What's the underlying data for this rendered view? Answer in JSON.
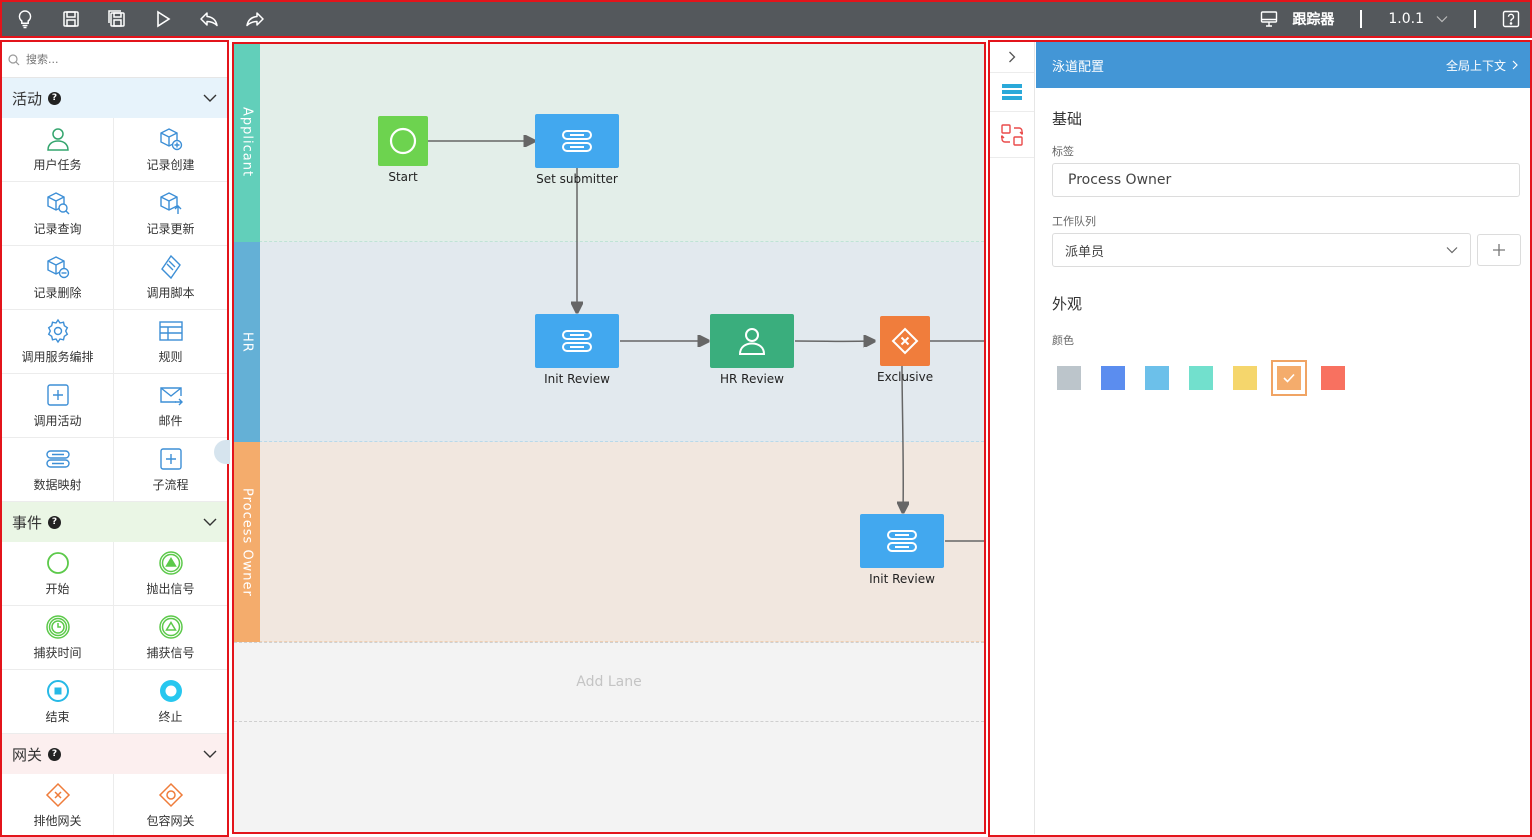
{
  "toolbar": {
    "icons": [
      "lightbulb-icon",
      "save-icon",
      "save-as-icon",
      "run-icon",
      "undo-icon",
      "redo-icon"
    ],
    "tracker_label": "跟踪器",
    "version": "1.0.1"
  },
  "palette": {
    "search_placeholder": "搜索...",
    "groups": [
      {
        "title": "活动",
        "items": [
          "用户任务",
          "记录创建",
          "记录查询",
          "记录更新",
          "记录删除",
          "调用脚本",
          "调用服务编排",
          "规则",
          "调用活动",
          "邮件",
          "数据映射",
          "子流程"
        ]
      },
      {
        "title": "事件",
        "items": [
          "开始",
          "抛出信号",
          "捕获时间",
          "捕获信号",
          "结束",
          "终止"
        ]
      },
      {
        "title": "网关",
        "items": [
          "排他网关",
          "包容网关"
        ]
      }
    ]
  },
  "canvas": {
    "lanes": [
      {
        "name": "Applicant",
        "color": "#62cfba",
        "bg": "#e3eee9"
      },
      {
        "name": "HR",
        "color": "#64b0d6",
        "bg": "#e2e9ee"
      },
      {
        "name": "Process Owner",
        "color": "#f4ac6c",
        "bg": "#f1e7df"
      }
    ],
    "add_lane": "Add Lane",
    "nodes": {
      "start": "Start",
      "set_submitter": "Set submitter",
      "init_review_1": "Init Review",
      "hr_review": "HR Review",
      "exclusive": "Exclusive",
      "init_review_2": "Init Review"
    }
  },
  "panel": {
    "title": "泳道配置",
    "context_link": "全局上下文",
    "basic_section": "基础",
    "label_field_label": "标签",
    "label_value": "Process Owner",
    "queue_label": "工作队列",
    "queue_value": "派单员",
    "appearance_section": "外观",
    "color_label": "颜色",
    "colors": [
      "#bcc5cb",
      "#5b8def",
      "#6cc0ea",
      "#72e0cd",
      "#f5d66c",
      "#f4ac6c",
      "#f87160"
    ],
    "selected_color": "#f4ac6c"
  }
}
